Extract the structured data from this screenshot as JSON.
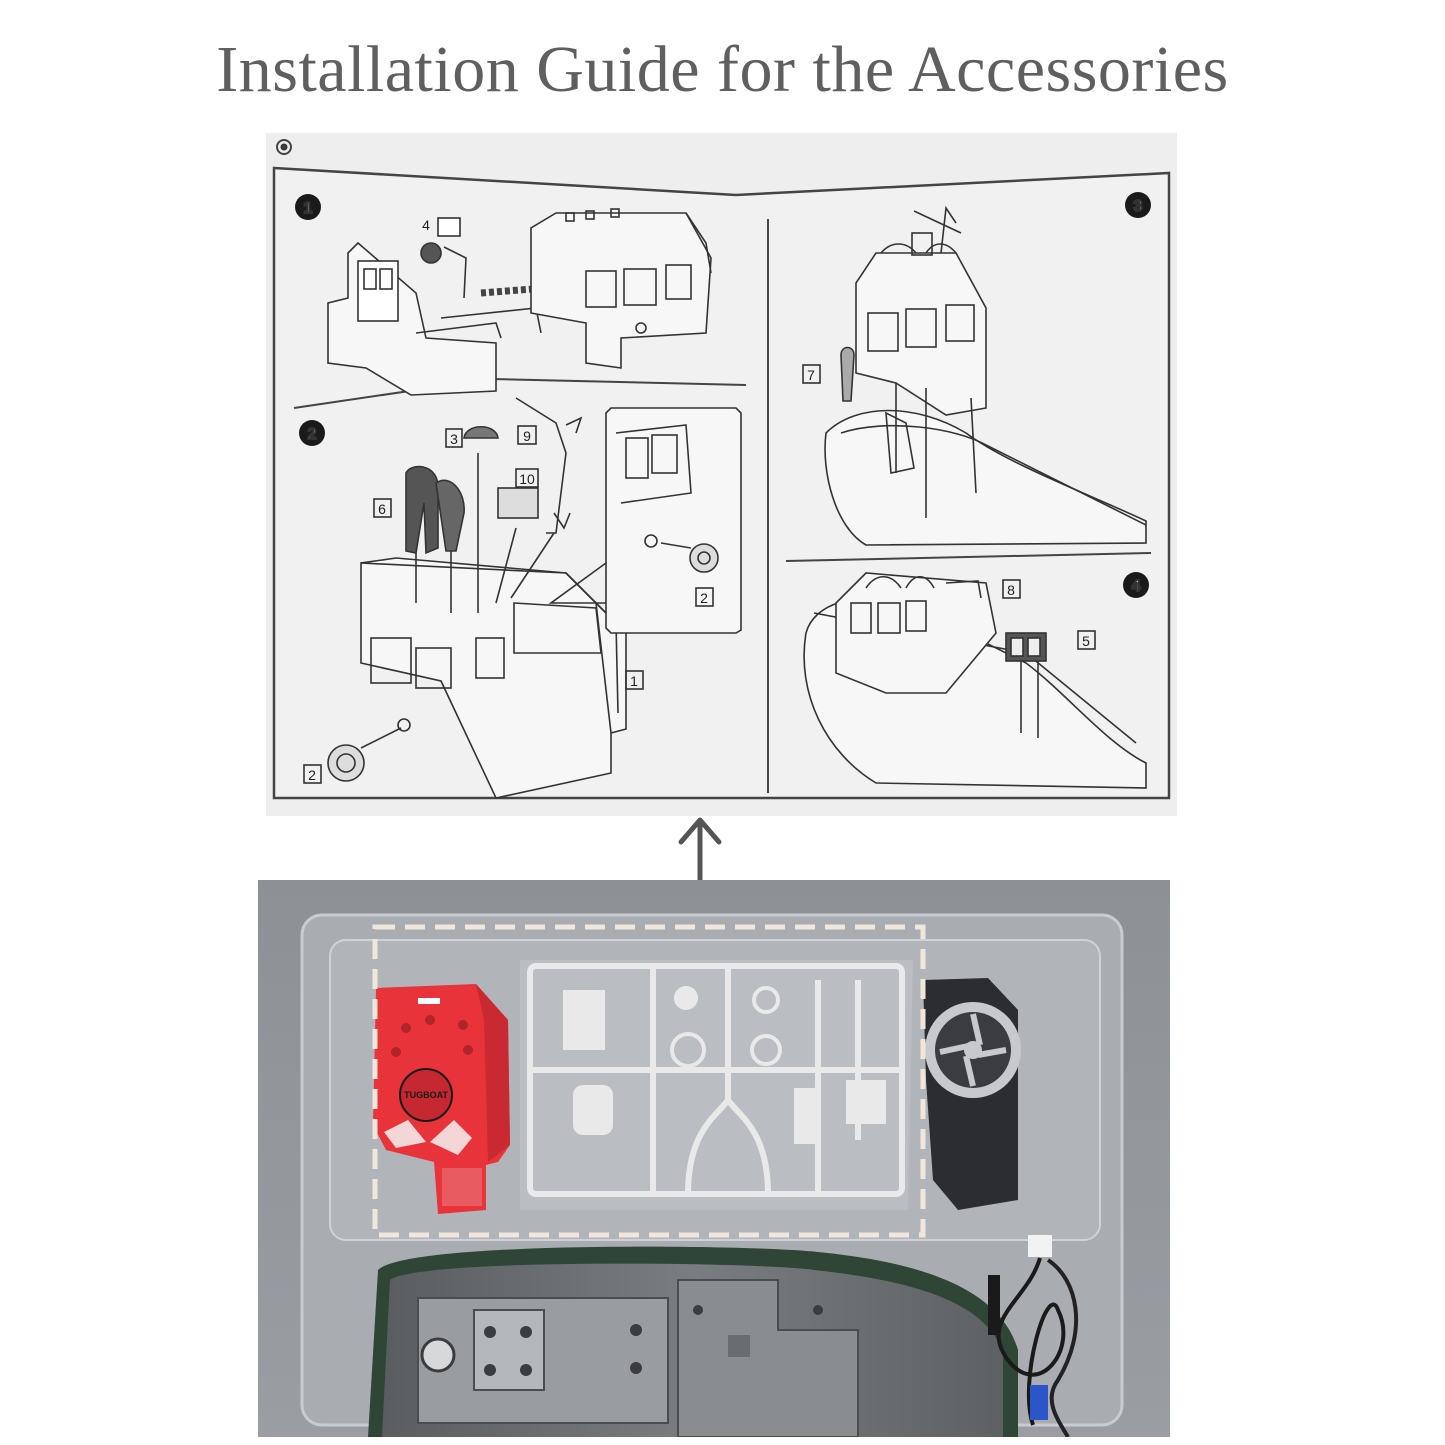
{
  "title": "Installation Guide for the Accessories",
  "manual": {
    "steps": [
      "1",
      "2",
      "3",
      "4"
    ],
    "part_labels": {
      "p4": "4",
      "p3": "3",
      "p9": "9",
      "p10": "10",
      "p6": "6",
      "p1": "1",
      "p2a": "2",
      "p2b": "2",
      "p7": "7",
      "p8": "8",
      "p5": "5"
    }
  },
  "photo": {
    "cabin_logo": "TUGBOAT",
    "colors": {
      "cabin": "#e8333a",
      "sprue": "#e6e6e6",
      "highlight_box": "#f0e6dc"
    }
  }
}
